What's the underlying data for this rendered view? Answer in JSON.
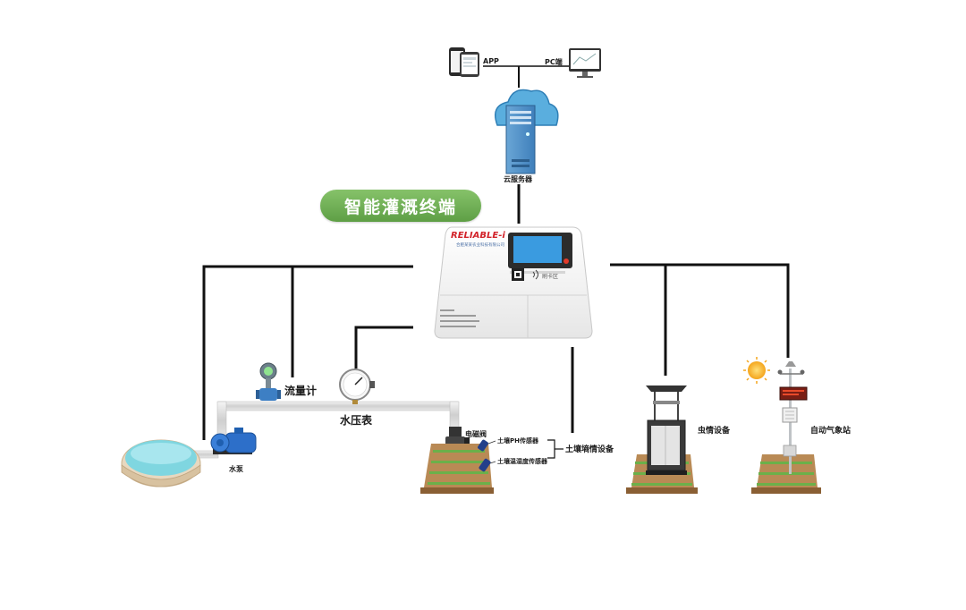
{
  "title": "智能灌溉终端",
  "terminal": {
    "brand": "RELIABLE-i",
    "company": "合肥某某农业科技有限公司",
    "card_label": "刷卡区"
  },
  "labels": {
    "app": "APP",
    "pc": "PC端",
    "cloud_server": "云服务器",
    "flow_meter": "流量计",
    "pressure_gauge": "水压表",
    "pump": "水泵",
    "solenoid_valve": "电磁阀",
    "ph_sensor": "土壤PH传感器",
    "moisture_sensor": "土壤温湿度传感器",
    "soil_device": "土壤墒情设备",
    "insect_device": "虫情设备",
    "weather_station": "自动气象站"
  },
  "colors": {
    "line": "#111111",
    "pill": "#6fae55",
    "pipe": "#dcdcdc",
    "soil": "#b98a55",
    "grass": "#6bb04a",
    "water": "#7fd6e0",
    "cloud": "#5aaede"
  }
}
